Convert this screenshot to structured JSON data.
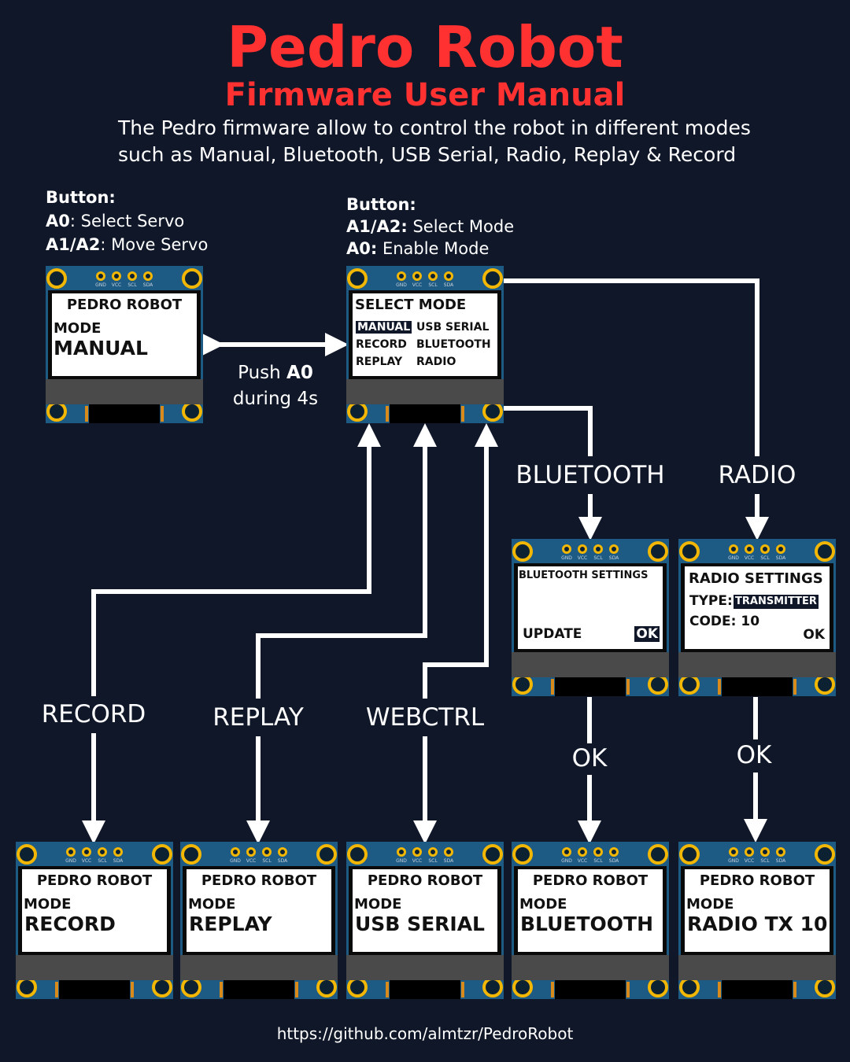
{
  "header": {
    "title": "Pedro Robot",
    "subtitle": "Firmware User Manual",
    "desc_line1": "The Pedro firmware allow to control the robot in different modes",
    "desc_line2": "such as Manual, Bluetooth, USB Serial, Radio, Replay & Record"
  },
  "manual_buttons": {
    "heading": "Button:",
    "a0_key": "A0",
    "a0_text": ": Select Servo",
    "a12_key": "A1/A2",
    "a12_text": ": Move Servo"
  },
  "select_buttons": {
    "heading": "Button:",
    "a12_key": "A1/A2:",
    "a12_text": " Select Mode",
    "a0_key": "A0:",
    "a0_text": " Enable Mode"
  },
  "push": {
    "line1_pre": "Push ",
    "line1_key": "A0",
    "line2": "during 4s"
  },
  "pins": [
    "GND",
    "VCC",
    "SCL",
    "SDA"
  ],
  "screens": {
    "manual": {
      "title": "PEDRO ROBOT",
      "mode": "MODE",
      "value": "MANUAL"
    },
    "select": {
      "title": "SELECT MODE",
      "options": [
        "MANUAL",
        "USB SERIAL",
        "RECORD",
        "BLUETOOTH",
        "REPLAY",
        "RADIO"
      ],
      "selected": "MANUAL"
    },
    "bluetooth_settings": {
      "title": "BLUETOOTH SETTINGS",
      "update": "UPDATE",
      "ok": "OK"
    },
    "radio_settings": {
      "title": "RADIO SETTINGS",
      "type_label": "TYPE:",
      "type_value": "TRANSMITTER",
      "code": "CODE: 10",
      "ok": "OK"
    },
    "record": {
      "title": "PEDRO ROBOT",
      "mode": "MODE",
      "value": "RECORD"
    },
    "replay": {
      "title": "PEDRO ROBOT",
      "mode": "MODE",
      "value": "REPLAY"
    },
    "usb": {
      "title": "PEDRO ROBOT",
      "mode": "MODE",
      "value": "USB SERIAL"
    },
    "bluetooth": {
      "title": "PEDRO ROBOT",
      "mode": "MODE",
      "value": "BLUETOOTH"
    },
    "radio": {
      "title": "PEDRO ROBOT",
      "mode": "MODE",
      "value": "RADIO TX 10"
    }
  },
  "labels": {
    "bluetooth": "BLUETOOTH",
    "radio": "RADIO",
    "record": "RECORD",
    "replay": "REPLAY",
    "webctrl": "WEBCTRL",
    "ok_bt": "OK",
    "ok_radio": "OK"
  },
  "footer": {
    "url": "https://github.com/almtzr/PedroRobot"
  },
  "colors": {
    "background": "#0f1729",
    "title": "#ff3131",
    "board": "#1d5a84",
    "pin_ring": "#f2b705"
  }
}
